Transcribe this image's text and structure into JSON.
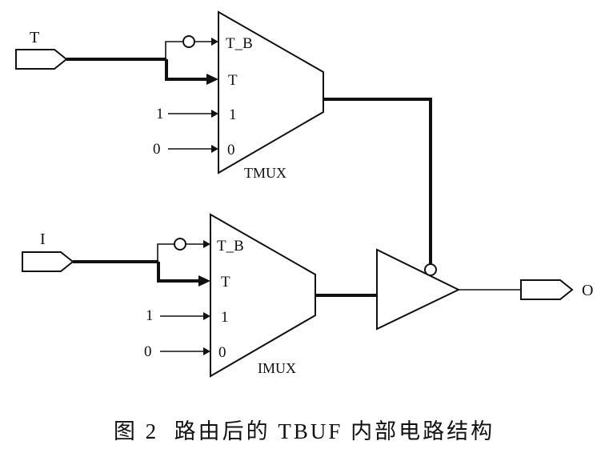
{
  "diagram": {
    "inputs": {
      "t": "T",
      "i": "I"
    },
    "output": "O",
    "tmux": {
      "name": "TMUX",
      "pins": {
        "tb": "T_B",
        "t": "T",
        "one": "1",
        "zero": "0"
      },
      "constants": {
        "one": "1",
        "zero": "0"
      }
    },
    "imux": {
      "name": "IMUX",
      "pins": {
        "tb": "T_B",
        "t": "T",
        "one": "1",
        "zero": "0"
      },
      "constants": {
        "one": "1",
        "zero": "0"
      }
    }
  },
  "caption": "图 2  路由后的 TBUF 内部电路结构"
}
